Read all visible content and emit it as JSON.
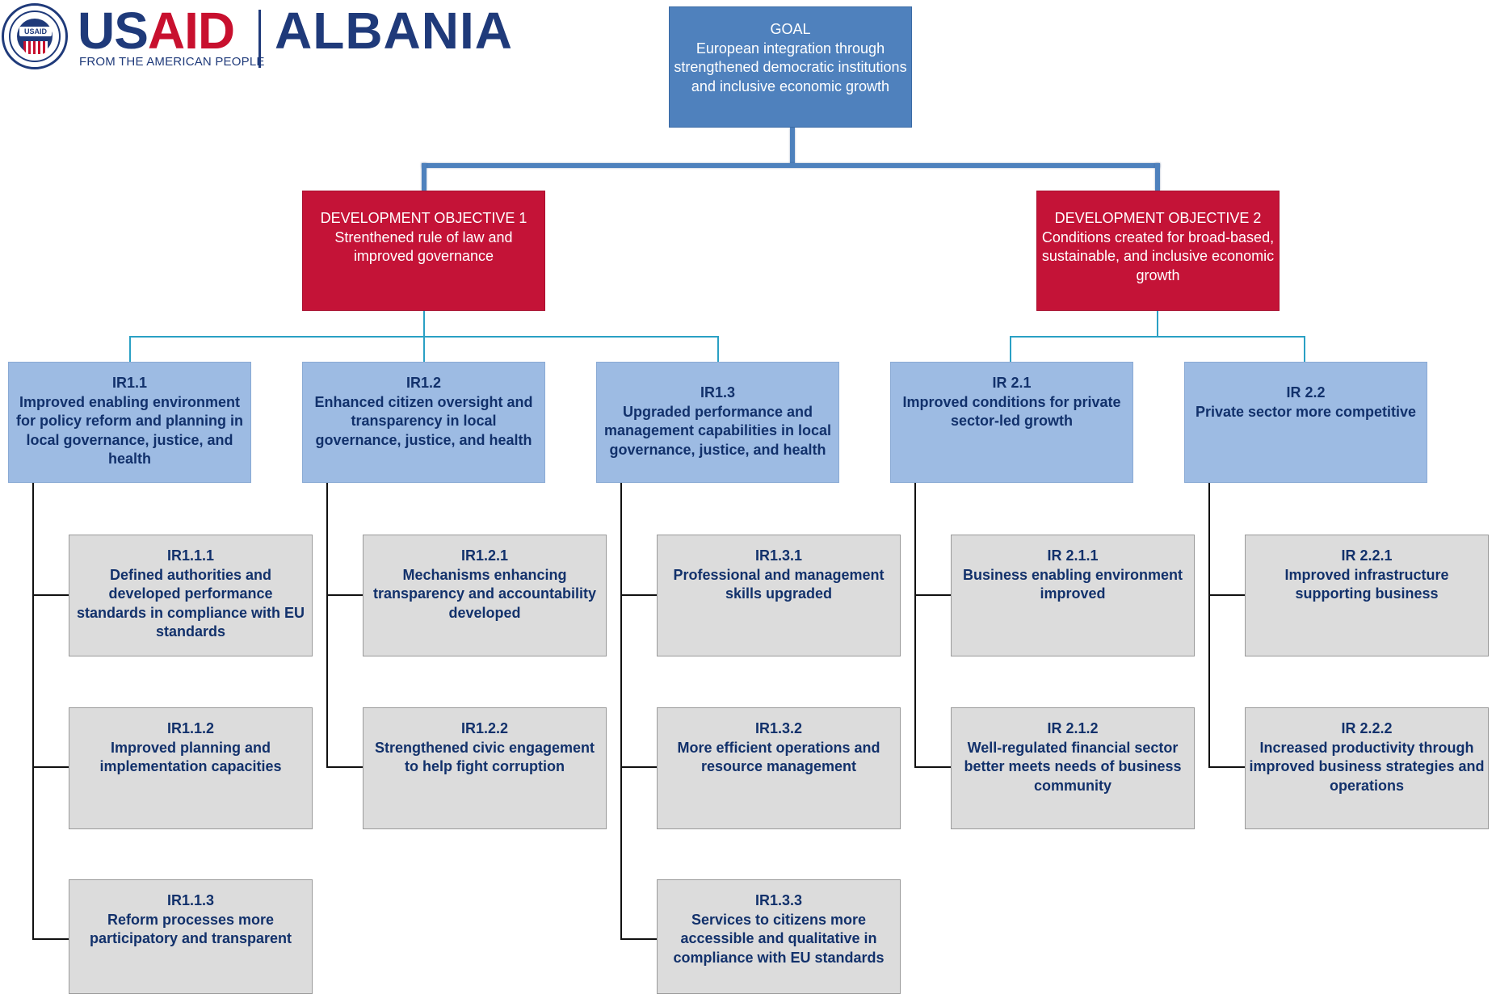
{
  "logo": {
    "seal_label": "USAID",
    "brand_us": "US",
    "brand_aid": "AID",
    "tagline": "FROM THE AMERICAN PEOPLE",
    "country": "ALBANIA"
  },
  "goal": {
    "code": "GOAL",
    "text": "European integration through strengthened democratic institutions and inclusive economic growth"
  },
  "objectives": [
    {
      "code": "DEVELOPMENT OBJECTIVE 1",
      "text": "Strenthened rule of law and improved governance",
      "results": [
        {
          "code": "IR1.1",
          "text": "Improved enabling environment for policy reform and planning in local governance, justice, and health",
          "subs": [
            {
              "code": "IR1.1.1",
              "text": "Defined authorities and developed performance standards in compliance with EU standards"
            },
            {
              "code": "IR1.1.2",
              "text": "Improved planning and implementation capacities"
            },
            {
              "code": "IR1.1.3",
              "text": "Reform processes more participatory and transparent"
            }
          ]
        },
        {
          "code": "IR1.2",
          "text": "Enhanced citizen oversight and transparency in local governance, justice, and health",
          "subs": [
            {
              "code": "IR1.2.1",
              "text": "Mechanisms enhancing transparency and accountability developed"
            },
            {
              "code": "IR1.2.2",
              "text": "Strengthened civic engagement to help fight corruption"
            }
          ]
        },
        {
          "code": "IR1.3",
          "text": "Upgraded performance and management capabilities in local governance, justice, and health",
          "subs": [
            {
              "code": "IR1.3.1",
              "text": "Professional and management skills upgraded"
            },
            {
              "code": "IR1.3.2",
              "text": "More efficient operations and resource management"
            },
            {
              "code": "IR1.3.3",
              "text": "Services to citizens more accessible and qualitative in compliance with EU standards"
            }
          ]
        }
      ]
    },
    {
      "code": "DEVELOPMENT OBJECTIVE 2",
      "text": "Conditions  created for broad-based,  sustainable, and inclusive economic growth",
      "results": [
        {
          "code": "IR 2.1",
          "text": "Improved conditions for private sector-led growth",
          "subs": [
            {
              "code": "IR 2.1.1",
              "text": "Business enabling environment improved"
            },
            {
              "code": "IR 2.1.2",
              "text": "Well-regulated financial sector better meets needs of business community"
            }
          ]
        },
        {
          "code": "IR 2.2",
          "text": "Private sector more competitive",
          "subs": [
            {
              "code": "IR 2.2.1",
              "text": "Improved infrastructure supporting business"
            },
            {
              "code": "IR 2.2.2",
              "text": "Increased productivity through improved business strategies and operations"
            }
          ]
        }
      ]
    }
  ]
}
